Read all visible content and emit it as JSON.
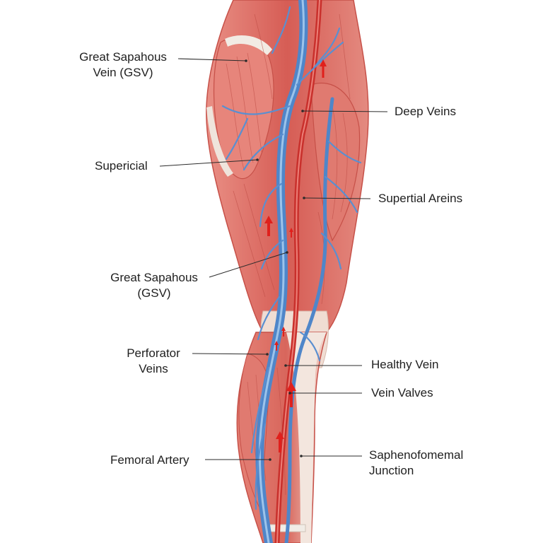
{
  "colors": {
    "muscle": "#d9645c",
    "muscle_dark": "#b8443f",
    "muscle_light": "#f0a79c",
    "tendon": "#efe4dc",
    "vein": "#4f86c9",
    "vein_light": "#8fb8e6",
    "artery": "#c9302c",
    "leader": "#2b2b2b",
    "arrow": "#e0201c"
  },
  "labels": {
    "gsv_top": [
      "Great Sapahous",
      "Vein (GSV)"
    ],
    "deep_veins": [
      "Deep Veins"
    ],
    "supericial": [
      "Supericial"
    ],
    "supertial_areins": [
      "Supertial Areins"
    ],
    "gsv_mid": [
      "Great Sapahous",
      "(GSV)"
    ],
    "perforator": [
      "Perforator",
      "Veins"
    ],
    "healthy_vein": [
      "Healthy Vein"
    ],
    "vein_valves": [
      "Vein Valves"
    ],
    "femoral_artery": [
      "Femoral Artery"
    ],
    "sapheno": [
      "Saphenofomemal",
      "Junction"
    ]
  }
}
